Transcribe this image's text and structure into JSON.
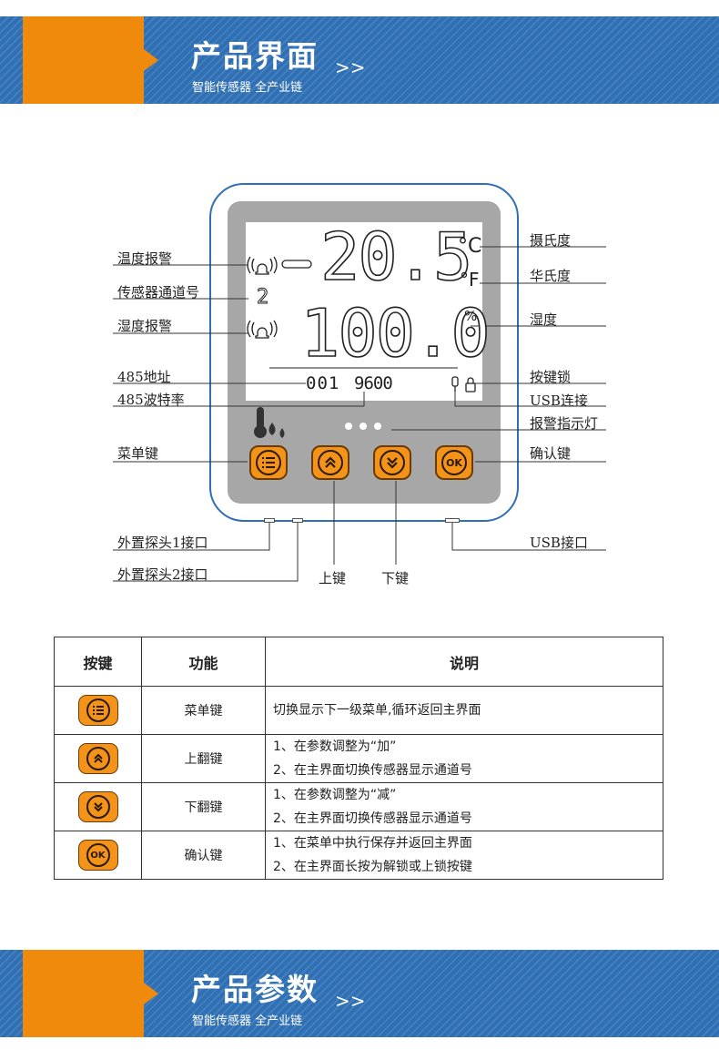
{
  "top_banner": {
    "title": "产品界面",
    "arrows": ">>",
    "subtitle": "智能传感器 全产业链"
  },
  "bottom_banner": {
    "title": "产品参数",
    "arrows": ">>",
    "subtitle": "智能传感器 全产业链"
  },
  "colors": {
    "brand_blue": "#2f6fb4",
    "brand_orange": "#f08a0c",
    "button_orange": "#f39319",
    "bezel_gray": "#a7a7a7"
  },
  "lcd": {
    "sign": "-",
    "temperature": "20.5",
    "unit_c": "°C",
    "unit_f": "°F",
    "channel": "2",
    "humidity": "100.0",
    "humidity_unit": "%",
    "address": "001",
    "baud_rate": "9600"
  },
  "callouts_left": {
    "temp_alarm": "温度报警",
    "sensor_channel": "传感器通道号",
    "humidity_alarm": "湿度报警",
    "address_485": "485地址",
    "baud_485": "485波特率",
    "menu_key": "菜单键",
    "probe1": "外置探头1接口",
    "probe2": "外置探头2接口"
  },
  "callouts_right": {
    "celsius": "摄氏度",
    "fahrenheit": "华氏度",
    "humidity": "湿度",
    "key_lock": "按键锁",
    "usb_connect": "USB连接",
    "alarm_light": "报警指示灯",
    "confirm_key": "确认键",
    "usb_port": "USB接口"
  },
  "callouts_bottom": {
    "up_key": "上键",
    "down_key": "下键"
  },
  "device_buttons": {
    "ok_label": "OK"
  },
  "table": {
    "headers": [
      "按键",
      "功能",
      "说明"
    ],
    "rows": [
      {
        "icon": "menu-icon",
        "function": "菜单键",
        "desc": [
          "切换显示下一级菜单,循环返回主界面"
        ]
      },
      {
        "icon": "chevron-up-icon",
        "function": "上翻键",
        "desc": [
          "1、在参数调整为“加”",
          "2、在主界面切换传感器显示通道号"
        ]
      },
      {
        "icon": "chevron-down-icon",
        "function": "下翻键",
        "desc": [
          "1、在参数调整为“减”",
          "2、在主界面切换传感器显示通道号"
        ]
      },
      {
        "icon": "ok-icon",
        "function": "确认键",
        "desc": [
          "1、在菜单中执行保存并返回主界面",
          "2、在主界面长按为解锁或上锁按键"
        ]
      }
    ],
    "ok_label": "OK"
  }
}
